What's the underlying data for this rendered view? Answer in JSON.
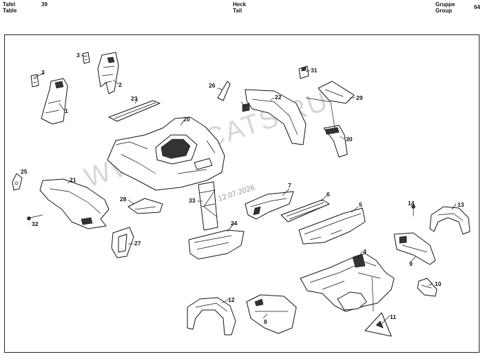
{
  "header": {
    "table_label_de": "Tafel",
    "table_label_en": "Table",
    "table_number": "39",
    "section_de": "Heck",
    "section_en": "Tail",
    "group_label_de": "Gruppe",
    "group_label_en": "Group",
    "group_number": "64"
  },
  "watermark": {
    "text": "WWW.ELCATS.RU",
    "date": "12.07.2026"
  },
  "callouts": [
    "1",
    "2",
    "3",
    "3",
    "4",
    "5",
    "6",
    "7",
    "8",
    "9",
    "10",
    "11",
    "12",
    "13",
    "14",
    "20",
    "21",
    "22",
    "23",
    "24",
    "25",
    "26",
    "27",
    "28",
    "29",
    "30",
    "31",
    "32",
    "33"
  ]
}
